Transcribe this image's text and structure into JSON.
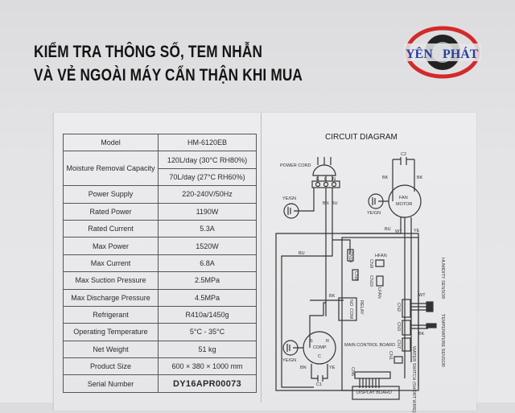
{
  "headline": {
    "line1": "KIỂM TRA THÔNG SỐ, TEM NHẪN",
    "line2": "VÀ VẺ NGOÀI MÁY CẨN THẬN KHI MUA"
  },
  "logo": {
    "text_left": "YÊN",
    "text_right": "PHÁT",
    "ring_color": "#d32a2a",
    "text_color": "#2a3f9a"
  },
  "spec_table": {
    "rows": [
      {
        "label": "Model",
        "values": [
          "HM-6120EB"
        ]
      },
      {
        "label": "Moisture Removal Capacity",
        "values": [
          "120L/day (30°C RH80%)",
          "70L/day (27°C RH60%)"
        ]
      },
      {
        "label": "Power Supply",
        "values": [
          "220-240V/50Hz"
        ]
      },
      {
        "label": "Rated Power",
        "values": [
          "1190W"
        ]
      },
      {
        "label": "Rated Current",
        "values": [
          "5.3A"
        ]
      },
      {
        "label": "Max Power",
        "values": [
          "1520W"
        ]
      },
      {
        "label": "Max Current",
        "values": [
          "6.8A"
        ]
      },
      {
        "label": "Max Suction Pressure",
        "values": [
          "2.5MPa"
        ]
      },
      {
        "label": "Max Discharge Pressure",
        "values": [
          "4.5MPa"
        ]
      },
      {
        "label": "Refrigerant",
        "values": [
          "R410a/1450g"
        ]
      },
      {
        "label": "Operating Temperature",
        "values": [
          "5°C - 35°C"
        ]
      },
      {
        "label": "Net Weight",
        "values": [
          "51 kg"
        ]
      },
      {
        "label": "Product Size",
        "values": [
          "600 × 380 × 1000 mm"
        ]
      },
      {
        "label": "Serial Number",
        "values": [
          "DY16APR00073"
        ]
      }
    ]
  },
  "diagram": {
    "title": "CIRCUIT DIAGRAM",
    "power_cord": "POWER CORD",
    "e": "E",
    "l": "L",
    "n": "N",
    "ye_gn": "YE/GN",
    "bn": "BN",
    "bu": "BU",
    "bk": "BK",
    "wt": "WT",
    "ye": "YE",
    "c2": "C2",
    "c1": "C1",
    "fan_motor_1": "FAN",
    "fan_motor_2": "MOTOR",
    "comp": "COMP",
    "s": "S",
    "r": "R",
    "c": "C",
    "cn14": "CN14",
    "cn8": "CN8",
    "hfan": "HFAN",
    "cn9": "CN9",
    "cn10": "CN10",
    "lfan": "LFAN",
    "no": "NO",
    "com": "COM",
    "relay": "RELAY",
    "cn2": "CN2",
    "cn3": "CN3",
    "cn7": "CN7",
    "cn1": "CN1",
    "cn6": "CN6",
    "humidity_sensor": "HUMIDITY SENSOR",
    "temperature_sensor": "TEMPERATURE SENSOR",
    "water_switch": "WATER SWITCH (SHORT WIRE)",
    "main_control_board": "MAIN CONTROL BOARD",
    "display_board": "DISPLAY BOARD"
  }
}
